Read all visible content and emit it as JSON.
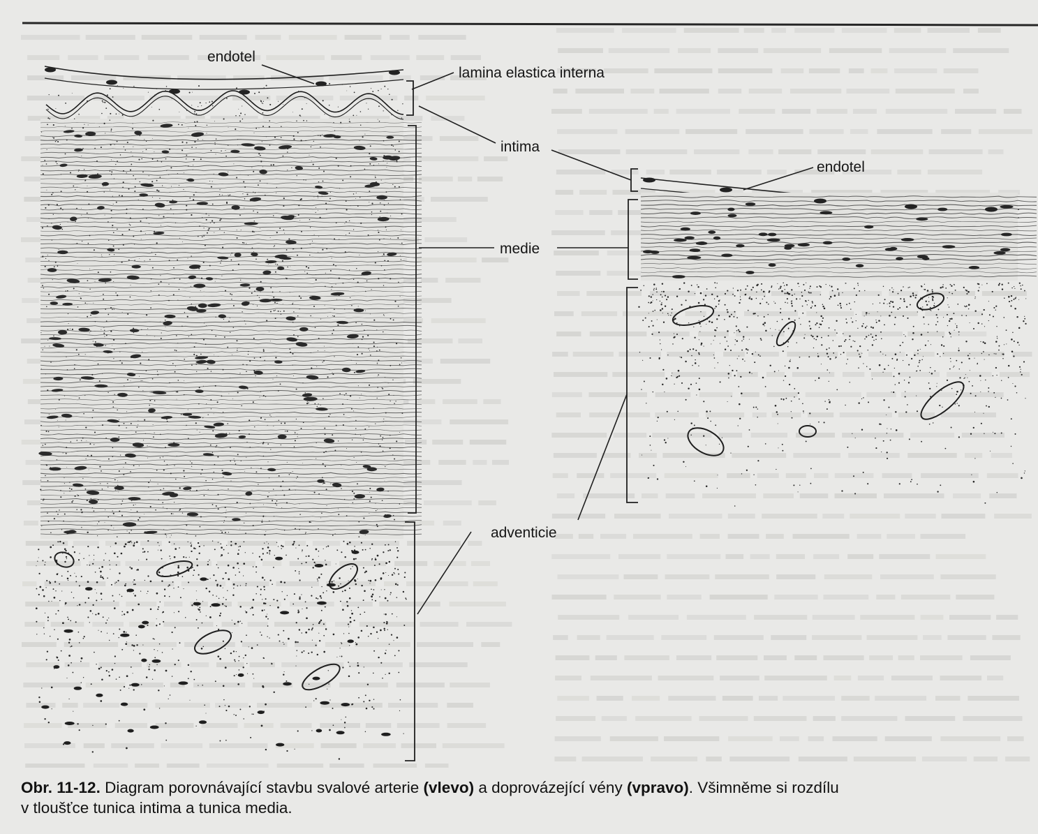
{
  "labels": {
    "endotel_left": "endotel",
    "lamina": "lamina elastica interna",
    "intima": "intima",
    "endotel_right": "endotel",
    "medie": "medie",
    "adventicie": "adventicie"
  },
  "caption": {
    "fig_number": "Obr. 11-12.",
    "text_part1": " Diagram porovnávající stavbu svalové arterie ",
    "left_bold": "(vlevo)",
    "text_part2": " a doprovázející vény ",
    "right_bold": "(vpravo)",
    "text_part3": ". Všimněme si rozdílu",
    "line2": "v tloušťce tunica intima a tunica media."
  },
  "colors": {
    "paper": "#e9e9e7",
    "ink": "#141414",
    "bleed_through": "#bdbdbd",
    "rule": "#2a2a2a"
  }
}
